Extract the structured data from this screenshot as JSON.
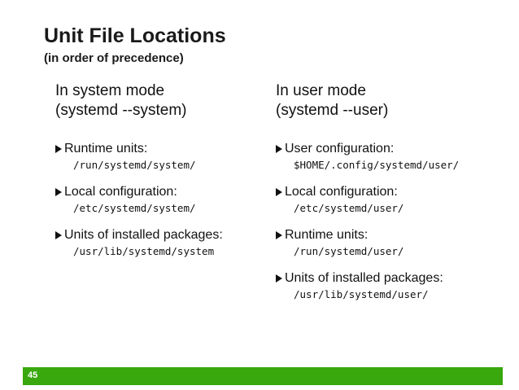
{
  "slide": {
    "title": "Unit File Locations",
    "subtitle": "(in order of precedence)",
    "page_number": "45"
  },
  "columns": [
    {
      "mode_line1": "In system mode",
      "mode_line2": "(systemd --system)",
      "items": [
        {
          "label": "Runtime units:",
          "path": "/run/systemd/system/"
        },
        {
          "label": "Local configuration:",
          "path": "/etc/systemd/system/"
        },
        {
          "label": "Units of installed packages:",
          "path": "/usr/lib/systemd/system"
        }
      ]
    },
    {
      "mode_line1": "In user mode",
      "mode_line2": "(systemd --user)",
      "items": [
        {
          "label": "User configuration:",
          "path": "$HOME/.config/systemd/user/"
        },
        {
          "label": "Local configuration:",
          "path": "/etc/systemd/user/"
        },
        {
          "label": "Runtime units:",
          "path": "/run/systemd/user/"
        },
        {
          "label": "Units of installed packages:",
          "path": "/usr/lib/systemd/user/"
        }
      ]
    }
  ],
  "colors": {
    "accent_green": "#39a80e",
    "text": "#111111",
    "background": "#ffffff"
  },
  "icons": {
    "bullet": "triangle-right-icon"
  }
}
